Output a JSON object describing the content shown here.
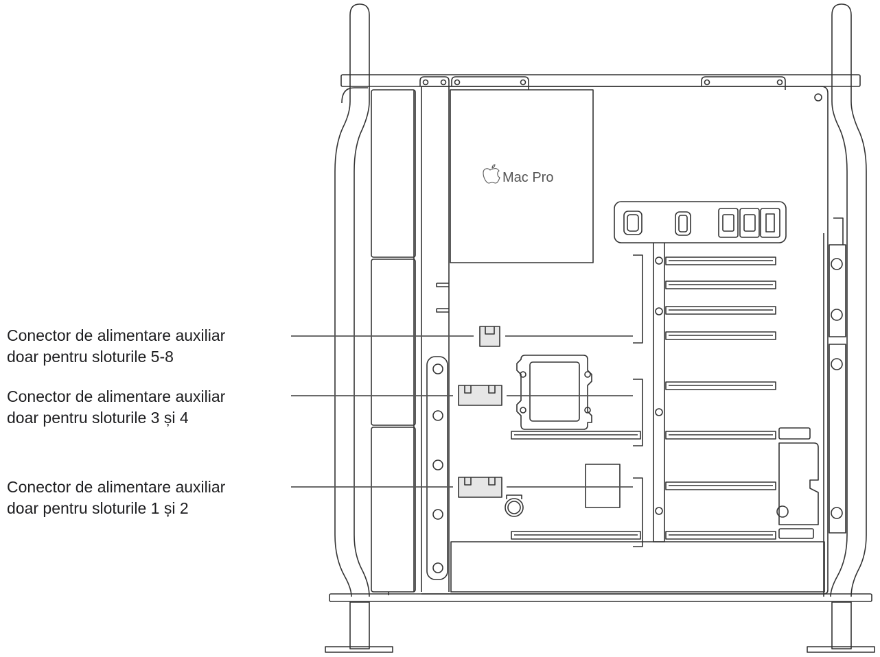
{
  "logo": {
    "brand_text": "Mac Pro",
    "icon": "apple-logo-icon"
  },
  "callouts": [
    {
      "line1": "Conector de alimentare auxiliar",
      "line2": "doar pentru sloturile 5-8"
    },
    {
      "line1": "Conector de alimentare auxiliar",
      "line2": "doar pentru sloturile 3 și 4"
    },
    {
      "line1": "Conector de alimentare auxiliar",
      "line2": "doar pentru sloturile 1 și 2"
    }
  ],
  "colors": {
    "line": "#333333",
    "connector_fill": "#e6e6e6",
    "background": "#ffffff"
  }
}
